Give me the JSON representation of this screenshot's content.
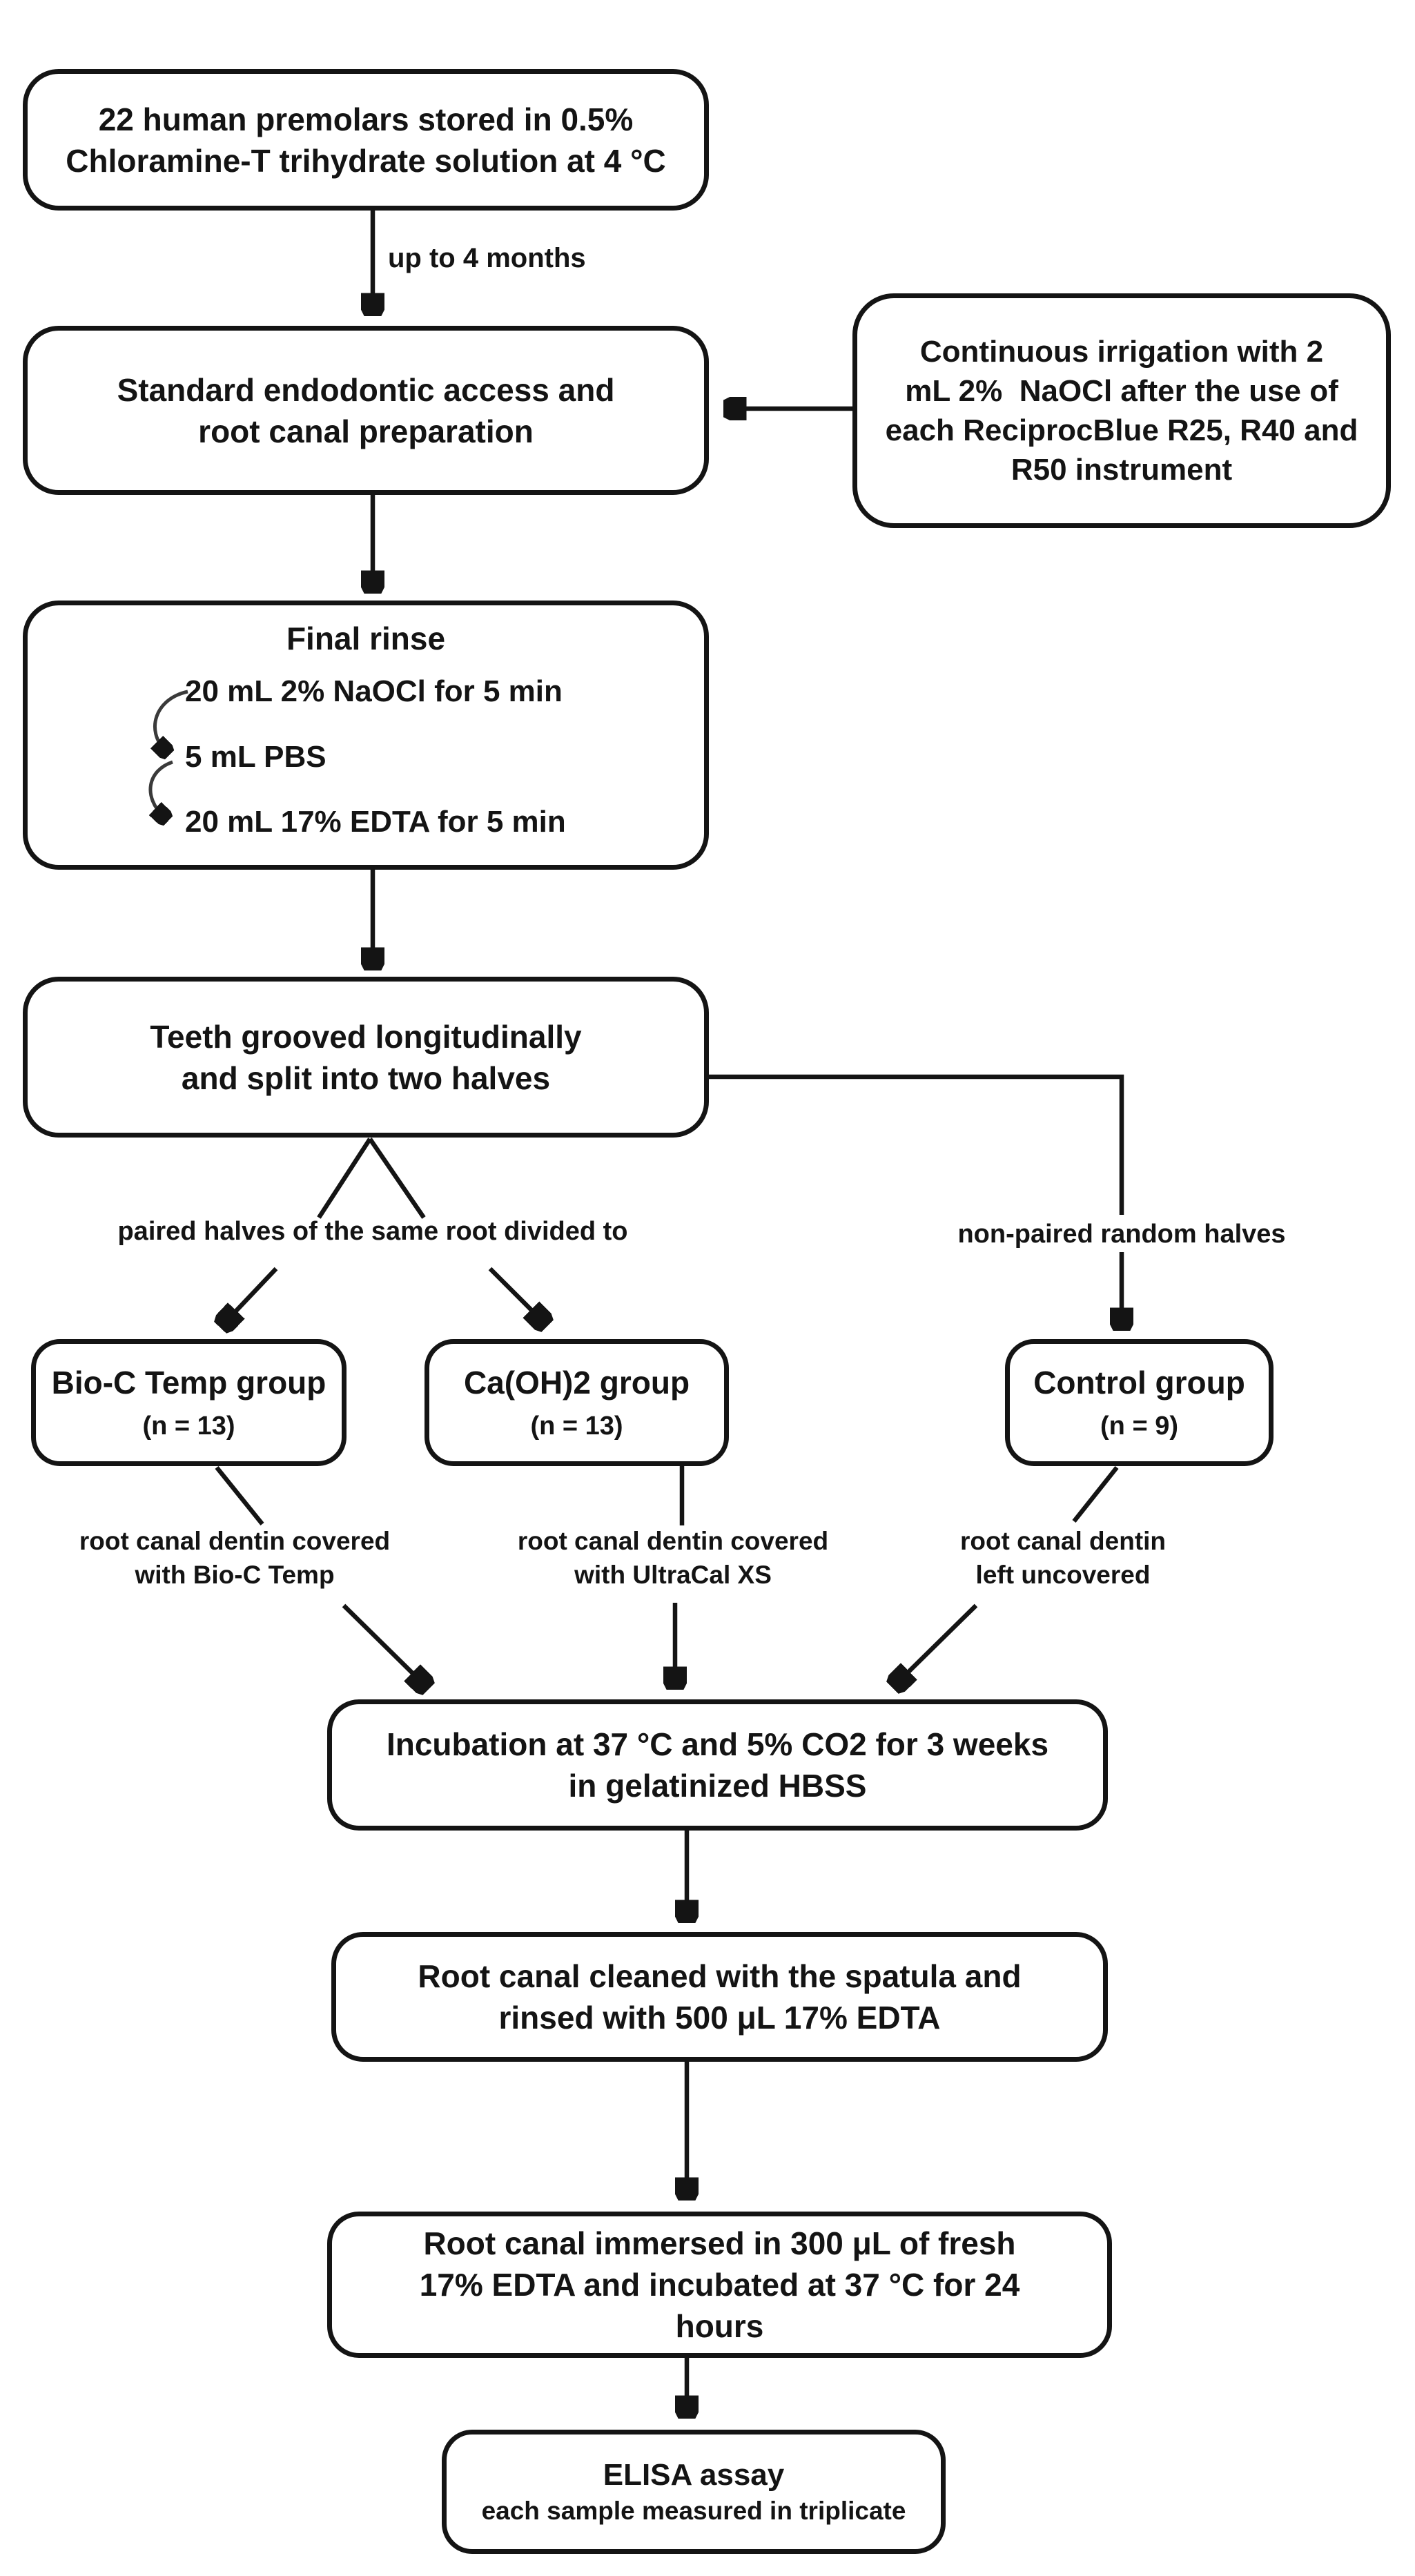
{
  "diagram": {
    "ink_color": "#141414",
    "background_color": "#ffffff",
    "boxes": {
      "premolars": {
        "lines": [
          "22 human premolars stored in 0.5%",
          "Chloramine-T trihydrate solution at 4 °C"
        ]
      },
      "access": {
        "lines": [
          "Standard endodontic access and",
          "root canal preparation"
        ]
      },
      "irrigation": {
        "lines": [
          "Continuous irrigation with 2",
          "mL 2%  NaOCl after the use of",
          "each ReciprocBlue R25, R40 and",
          "R50 instrument"
        ]
      },
      "final_rinse": {
        "title": "Final rinse",
        "steps": [
          "20 mL 2% NaOCl for 5 min",
          "5 mL PBS",
          "20 mL 17% EDTA for 5 min"
        ]
      },
      "grooved": {
        "lines": [
          "Teeth grooved longitudinally",
          "and split into two halves"
        ]
      },
      "bioc_group": {
        "name": "Bio-C Temp group",
        "n": "(n = 13)"
      },
      "caoh_group": {
        "name": "Ca(OH)2 group",
        "n": "(n = 13)"
      },
      "control_group": {
        "name": "Control group",
        "n": "(n = 9)"
      },
      "incubation": {
        "lines": [
          "Incubation at 37 °C and 5% CO2 for 3 weeks",
          "in gelatinized HBSS"
        ]
      },
      "cleaned": {
        "lines": [
          "Root canal cleaned with the spatula and",
          "rinsed with 500 μL 17% EDTA"
        ]
      },
      "immersed": {
        "lines": [
          "Root canal immersed in 300 μL of fresh",
          "17% EDTA and incubated at 37 °C for 24",
          "hours"
        ]
      },
      "elisa": {
        "title": "ELISA assay",
        "subtitle": "each sample measured in triplicate"
      }
    },
    "edge_labels": {
      "storage_duration": "up to 4 months",
      "paired": "paired halves of the same root divided to",
      "non_paired": "non-paired random halves",
      "bioc_treatment": {
        "lines": [
          "root canal dentin covered",
          "with Bio-C Temp"
        ]
      },
      "caoh_treatment": {
        "lines": [
          "root canal dentin covered",
          "with UltraCal XS"
        ]
      },
      "control_treatment": {
        "lines": [
          "root canal dentin",
          "left uncovered"
        ]
      }
    }
  }
}
